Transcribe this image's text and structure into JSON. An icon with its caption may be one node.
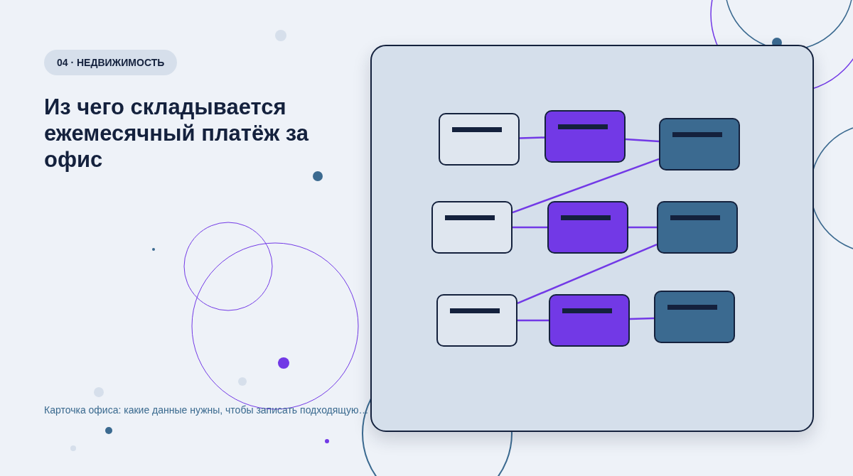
{
  "diagram": {
    "title": "Из чего складывается ежемесячный платёж за офис",
    "caption": "Карточка офиса: какие данные нужны, чтобы записать подходящую…",
    "labels": [
      "04 · НЕДВИЖИМОСТЬ"
    ],
    "nodes": [
      {
        "text": [],
        "shape": "box"
      },
      {
        "text": [],
        "shape": "box"
      },
      {
        "text": [],
        "shape": "box"
      },
      {
        "text": [],
        "shape": "box"
      },
      {
        "text": [],
        "shape": "box"
      },
      {
        "text": [],
        "shape": "box"
      },
      {
        "text": [],
        "shape": "box"
      },
      {
        "text": [],
        "shape": "box"
      },
      {
        "text": [],
        "shape": "box"
      }
    ],
    "edges": [
      {
        "from": 0,
        "to": 1,
        "arrow": "none"
      },
      {
        "from": 1,
        "to": 2,
        "arrow": "none"
      },
      {
        "from": 2,
        "to": 3,
        "arrow": "none"
      },
      {
        "from": 3,
        "to": 4,
        "arrow": "none"
      },
      {
        "from": 4,
        "to": 5,
        "arrow": "none"
      },
      {
        "from": 5,
        "to": 6,
        "arrow": "none"
      },
      {
        "from": 6,
        "to": 7,
        "arrow": "none"
      },
      {
        "from": 7,
        "to": 8,
        "arrow": "none"
      }
    ]
  }
}
